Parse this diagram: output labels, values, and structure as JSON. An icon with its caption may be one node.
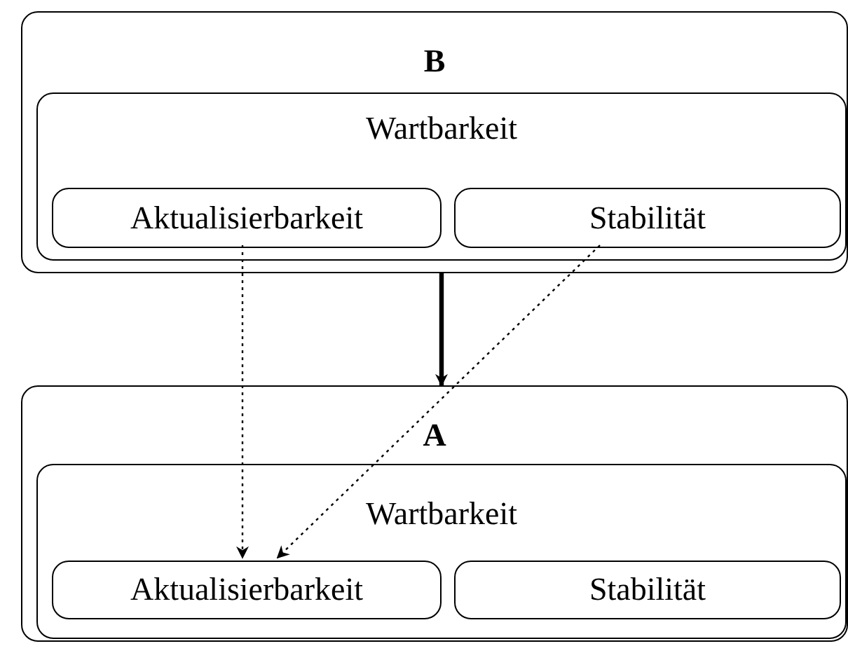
{
  "diagram": {
    "nodes": [
      {
        "text": [
          "B"
        ]
      },
      {
        "text": [
          "Wartbarkeit"
        ],
        "in": 0
      },
      {
        "text": [
          "Aktualisierbarkeit"
        ],
        "in": 1
      },
      {
        "text": [
          "Stabilität"
        ],
        "in": 1
      },
      {
        "text": [
          "A"
        ]
      },
      {
        "text": [
          "Wartbarkeit"
        ],
        "in": 4
      },
      {
        "text": [
          "Aktualisierbarkeit"
        ],
        "in": 5
      },
      {
        "text": [
          "Stabilität"
        ],
        "in": 5
      }
    ],
    "edges": [
      {
        "from": 0,
        "to": 4,
        "arrow": "to",
        "style": "thick"
      },
      {
        "from": 2,
        "to": 6,
        "arrow": "to",
        "style": "dashed"
      },
      {
        "from": 3,
        "to": 6,
        "arrow": "to",
        "style": "dashed"
      }
    ]
  }
}
